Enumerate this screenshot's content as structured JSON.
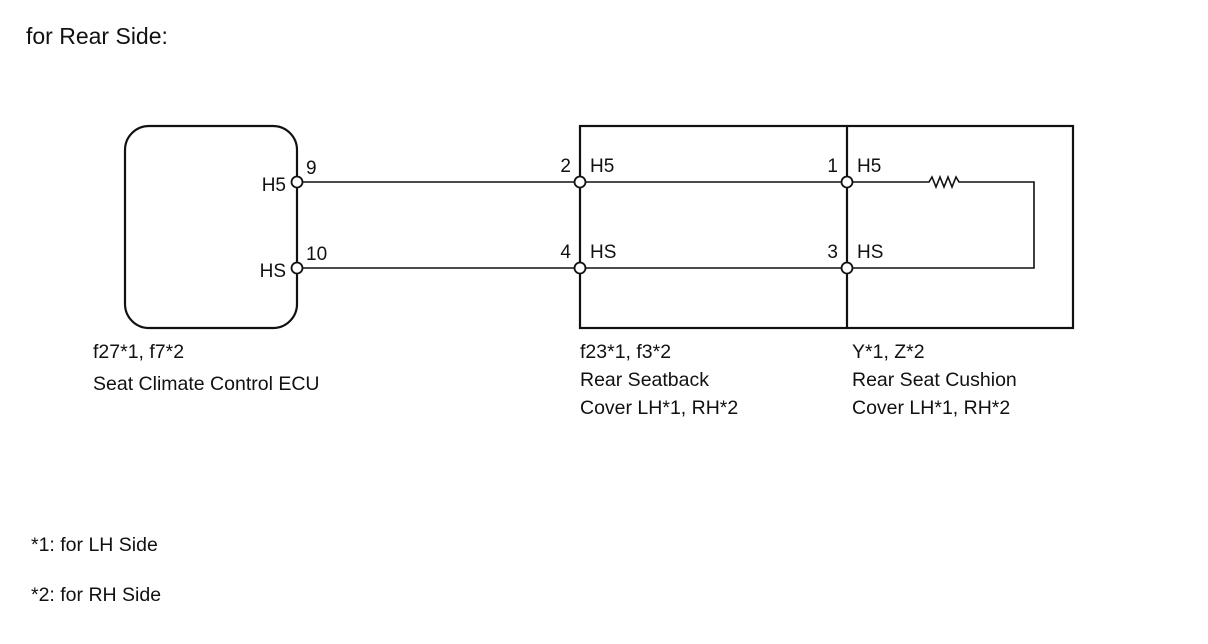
{
  "title": "for Rear Side:",
  "ecu": {
    "connector": "f27*1, f7*2",
    "name": "Seat Climate Control ECU",
    "pins": [
      {
        "pin": "9",
        "signal": "H5"
      },
      {
        "pin": "10",
        "signal": "HS"
      }
    ]
  },
  "seatback": {
    "connector": "f23*1, f3*2",
    "name_line1": "Rear Seatback",
    "name_line2": "Cover LH*1, RH*2",
    "pins": [
      {
        "pin": "2",
        "signal": "H5"
      },
      {
        "pin": "4",
        "signal": "HS"
      }
    ]
  },
  "cushion": {
    "connector": "Y*1, Z*2",
    "name_line1": "Rear Seat Cushion",
    "name_line2": "Cover LH*1, RH*2",
    "pins": [
      {
        "pin": "1",
        "signal": "H5"
      },
      {
        "pin": "3",
        "signal": "HS"
      }
    ]
  },
  "notes": [
    "*1: for LH Side",
    "*2: for RH Side"
  ]
}
